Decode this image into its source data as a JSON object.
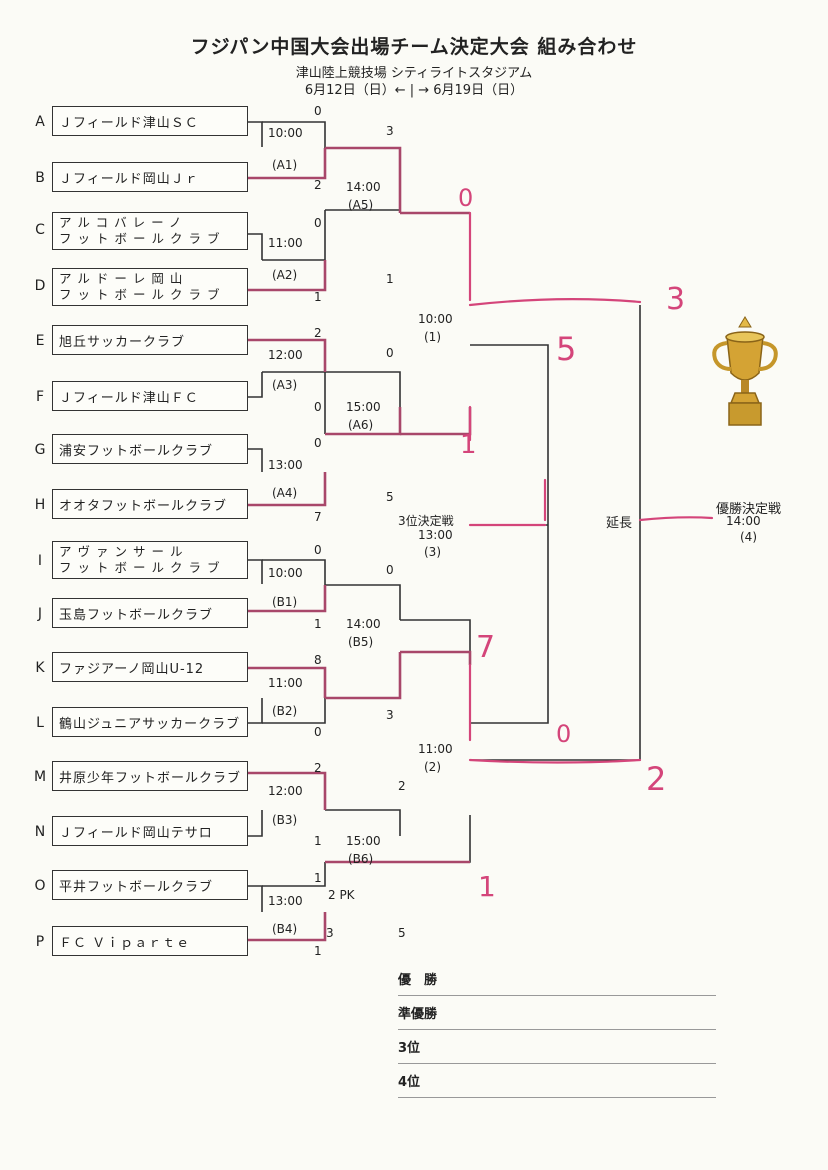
{
  "header": {
    "title": "フジパン中国大会出場チーム決定大会 組み合わせ",
    "venue": "津山陸上競技場 シティライトスタジアム",
    "dates": "6月12日（日）← | → 6月19日（日）"
  },
  "teams": [
    {
      "letter": "A",
      "name": "Ｊフィールド津山ＳＣ"
    },
    {
      "letter": "B",
      "name": "Ｊフィールド岡山Ｊｒ"
    },
    {
      "letter": "C",
      "name": "アルコバレーノ",
      "name2": "フットボールクラブ"
    },
    {
      "letter": "D",
      "name": "アルドーレ岡山",
      "name2": "フットボールクラブ"
    },
    {
      "letter": "E",
      "name": "旭丘サッカークラブ"
    },
    {
      "letter": "F",
      "name": "Ｊフィールド津山ＦＣ"
    },
    {
      "letter": "G",
      "name": "浦安フットボールクラブ"
    },
    {
      "letter": "H",
      "name": "オオタフットボールクラブ"
    },
    {
      "letter": "I",
      "name": "アヴァンサール",
      "name2": "フットボールクラブ"
    },
    {
      "letter": "J",
      "name": "玉島フットボールクラブ"
    },
    {
      "letter": "K",
      "name": "ファジアーノ岡山U-12"
    },
    {
      "letter": "L",
      "name": "鶴山ジュニアサッカークラブ"
    },
    {
      "letter": "M",
      "name": "井原少年フットボールクラブ"
    },
    {
      "letter": "N",
      "name": "Ｊフィールド岡山テサロ"
    },
    {
      "letter": "O",
      "name": "平井フットボールクラブ"
    },
    {
      "letter": "P",
      "name": "ＦＣ Ｖｉｐａｒｔｅ"
    }
  ],
  "first_round": [
    {
      "time": "10:00",
      "code": "(A1)",
      "score_top": "0",
      "score_bottom": "2"
    },
    {
      "time": "11:00",
      "code": "(A2)",
      "score_top": "0",
      "score_bottom": "1"
    },
    {
      "time": "12:00",
      "code": "(A3)",
      "score_top": "2",
      "score_bottom": "0"
    },
    {
      "time": "13:00",
      "code": "(A4)",
      "score_top": "0",
      "score_bottom": "7"
    },
    {
      "time": "10:00",
      "code": "(B1)",
      "score_top": "0",
      "score_bottom": "1"
    },
    {
      "time": "11:00",
      "code": "(B2)",
      "score_top": "8",
      "score_bottom": "0"
    },
    {
      "time": "12:00",
      "code": "(B3)",
      "score_top": "2",
      "score_bottom": "1"
    },
    {
      "time": "13:00",
      "code": "(B4)",
      "score_top": "1",
      "score_bottom": "1",
      "pk_top": "2 PK",
      "pk_bottom": "3"
    }
  ],
  "second_round": [
    {
      "time": "14:00",
      "code": "(A5)",
      "score_top": "3",
      "score_bottom": "1"
    },
    {
      "time": "15:00",
      "code": "(A6)",
      "score_top": "0",
      "score_bottom": "5"
    },
    {
      "time": "14:00",
      "code": "(B5)",
      "score_top": "0",
      "score_bottom": "3"
    },
    {
      "time": "15:00",
      "code": "(B6)",
      "score_top": "2",
      "score_bottom": "5"
    }
  ],
  "semifinals": [
    {
      "time": "10:00",
      "code": "(1)"
    },
    {
      "time": "11:00",
      "code": "(2)"
    }
  ],
  "third_place": {
    "label": "3位決定戦",
    "time": "13:00",
    "code": "(3)"
  },
  "final": {
    "label": "優勝決定戦",
    "time": "14:00",
    "code": "(4)",
    "extra": "延長"
  },
  "handwritten": {
    "sf1_top": "0",
    "sf1_bottom": "1",
    "sf2_top": "7",
    "sf2_bottom": "1",
    "third_top": "5",
    "third_bottom": "0",
    "final_top": "3",
    "final_bottom": "2"
  },
  "results_table": [
    "優　勝",
    "準優勝",
    "3位",
    "4位"
  ],
  "colors": {
    "winner_line": "#a8476a",
    "handwriting": "#d4457a",
    "ink": "#222222"
  }
}
